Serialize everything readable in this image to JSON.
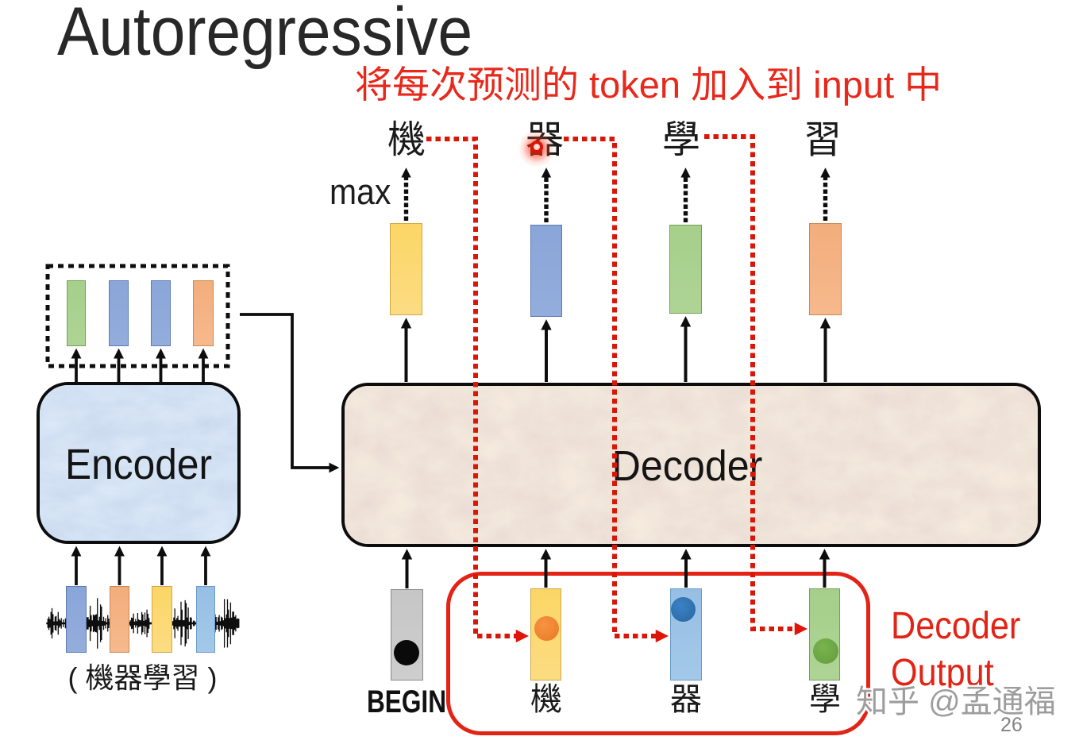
{
  "title": "Autoregressive",
  "annotation": "将每次预测的 token 加入到 input 中",
  "labels": {
    "max": "max",
    "begin": "BEGIN",
    "decoder": "Decoder",
    "encoder": "Encoder",
    "input_caption": "( 機器學習 )",
    "decoder_output_line1": "Decoder",
    "decoder_output_line2": "Output",
    "watermark": "知乎 @孟通福",
    "page_number": "26"
  },
  "top_tokens": [
    "機",
    "器",
    "學",
    "習"
  ],
  "bottom_tokens": [
    "機",
    "器",
    "學"
  ],
  "colors": {
    "accent_red": "#e32315",
    "annotation_red": "#e8281b",
    "bar_yellow": "#ffd966",
    "bar_blue": "#8faadc",
    "bar_green": "#a9d18e",
    "bar_orange": "#f4b183",
    "bar_lightblue": "#9dc3e6",
    "bar_gray": "#c9c9c9",
    "dot_orange": "#ed7d31",
    "dot_blue": "#2e75b6",
    "dot_green": "#70ad47",
    "decoder_fill": "#f1e7d9",
    "encoder_fill": "#dbe8f6",
    "title_color": "#282828"
  }
}
